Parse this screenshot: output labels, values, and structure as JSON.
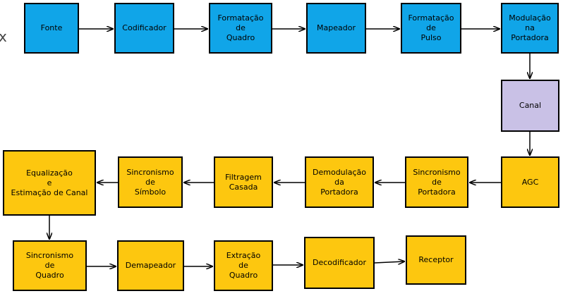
{
  "colors": {
    "blue_block": "#10a5e8",
    "lavender_block": "#c9c1e6",
    "yellow_block": "#fdc70f",
    "arrow": "#000000"
  },
  "edge_glyph": "x",
  "blocks": {
    "fonte": "Fonte",
    "codificador": "Codificador",
    "formatacao_quadro": "Formatação\nde\nQuadro",
    "mapeador": "Mapeador",
    "formatacao_pulso": "Formatação\nde\nPulso",
    "modulacao_portadora": "Modulação\nna\nPortadora",
    "canal": "Canal",
    "agc": "AGC",
    "sinc_portadora": "Sincronismo\nde\nPortadora",
    "demodulacao": "Demodulação\nda\nPortadora",
    "filtragem": "Filtragem\nCasada",
    "sinc_simbolo": "Sincronismo\nde\nSímbolo",
    "equalizacao": "Equalização\ne\nEstimação de Canal",
    "sinc_quadro": "Sincronismo\nde\nQuadro",
    "demapeador": "Demapeador",
    "extracao": "Extração\nde\nQuadro",
    "decodificador": "Decodificador",
    "receptor": "Receptor"
  }
}
